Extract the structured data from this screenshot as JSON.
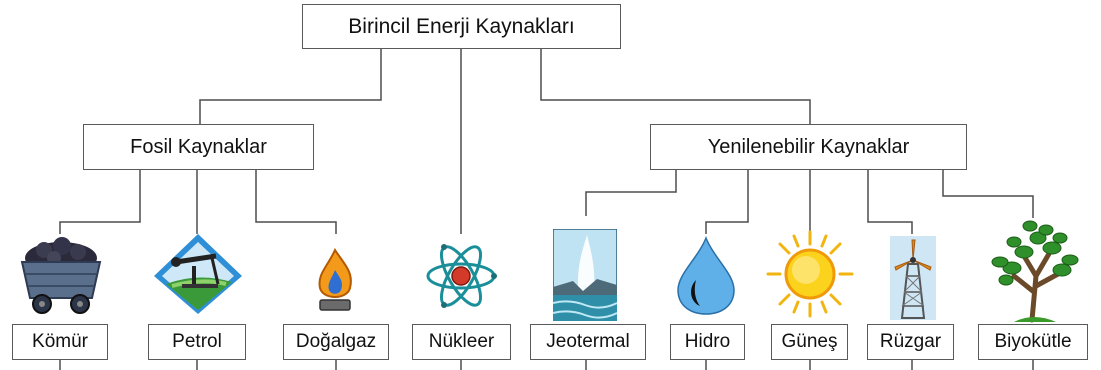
{
  "root": {
    "label": "Birincil Enerji Kaynakları"
  },
  "fossil": {
    "label": "Fosil Kaynaklar"
  },
  "renewable": {
    "label": "Yenilenebilir Kaynaklar"
  },
  "leaves": [
    {
      "label": "Kömür",
      "icon": "coal-cart-icon"
    },
    {
      "label": "Petrol",
      "icon": "oil-pump-icon"
    },
    {
      "label": "Doğalgaz",
      "icon": "gas-flame-icon"
    },
    {
      "label": "Nükleer",
      "icon": "atom-icon"
    },
    {
      "label": "Jeotermal",
      "icon": "geyser-icon"
    },
    {
      "label": "Hidro",
      "icon": "water-drop-icon"
    },
    {
      "label": "Güneş",
      "icon": "sun-icon"
    },
    {
      "label": "Rüzgar",
      "icon": "windmill-icon"
    },
    {
      "label": "Biyokütle",
      "icon": "tree-icon"
    }
  ],
  "colors": {
    "line": "#4d4d4d",
    "border": "#5a5a5a"
  }
}
